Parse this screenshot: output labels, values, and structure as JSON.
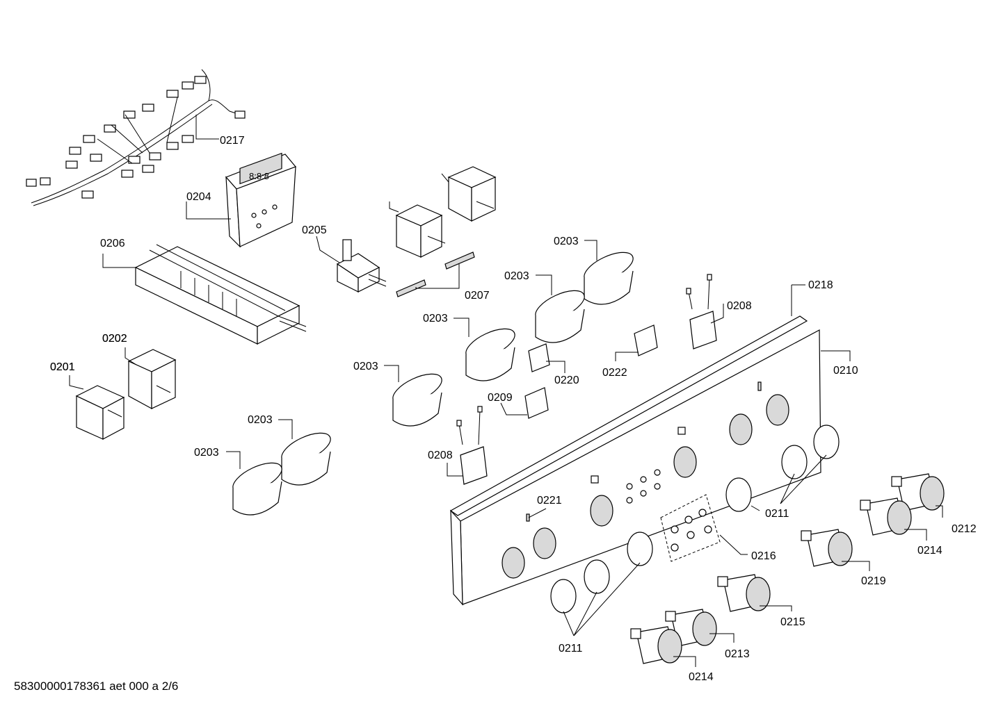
{
  "labels": [
    {
      "id": "lbl-0217",
      "text": "0217"
    },
    {
      "id": "lbl-0204",
      "text": "0204"
    },
    {
      "id": "lbl-0206",
      "text": "0206"
    },
    {
      "id": "lbl-0201-a",
      "text": "0201"
    },
    {
      "id": "lbl-0202-a",
      "text": "0202"
    },
    {
      "id": "lbl-0205",
      "text": "0205"
    },
    {
      "id": "lbl-0207",
      "text": "0207"
    },
    {
      "id": "lbl-0203-a",
      "text": "0203"
    },
    {
      "id": "lbl-0203-b",
      "text": "0203"
    },
    {
      "id": "lbl-0203-c",
      "text": "0203"
    },
    {
      "id": "lbl-0203-d",
      "text": "0203"
    },
    {
      "id": "lbl-0203-e",
      "text": "0203"
    },
    {
      "id": "lbl-0203-f",
      "text": "0203"
    },
    {
      "id": "lbl-0218",
      "text": "0218"
    },
    {
      "id": "lbl-0208-a",
      "text": "0208"
    },
    {
      "id": "lbl-0208-b",
      "text": "0208"
    },
    {
      "id": "lbl-0210",
      "text": "0210"
    },
    {
      "id": "lbl-0220",
      "text": "0220"
    },
    {
      "id": "lbl-0222",
      "text": "0222"
    },
    {
      "id": "lbl-0209",
      "text": "0209"
    },
    {
      "id": "lbl-0201-b",
      "text": "0201"
    },
    {
      "id": "lbl-0202-b",
      "text": "0202"
    },
    {
      "id": "lbl-0221",
      "text": "0221"
    },
    {
      "id": "lbl-0211-a",
      "text": "0211"
    },
    {
      "id": "lbl-0211-b",
      "text": "0211"
    },
    {
      "id": "lbl-0216",
      "text": "0216"
    },
    {
      "id": "lbl-0212",
      "text": "0212"
    },
    {
      "id": "lbl-0214-a",
      "text": "0214"
    },
    {
      "id": "lbl-0214-b",
      "text": "0214"
    },
    {
      "id": "lbl-0219",
      "text": "0219"
    },
    {
      "id": "lbl-0215",
      "text": "0215"
    },
    {
      "id": "lbl-0213",
      "text": "0213"
    }
  ],
  "footer": {
    "text": "58300000178361 aet 000 a 2/6"
  }
}
